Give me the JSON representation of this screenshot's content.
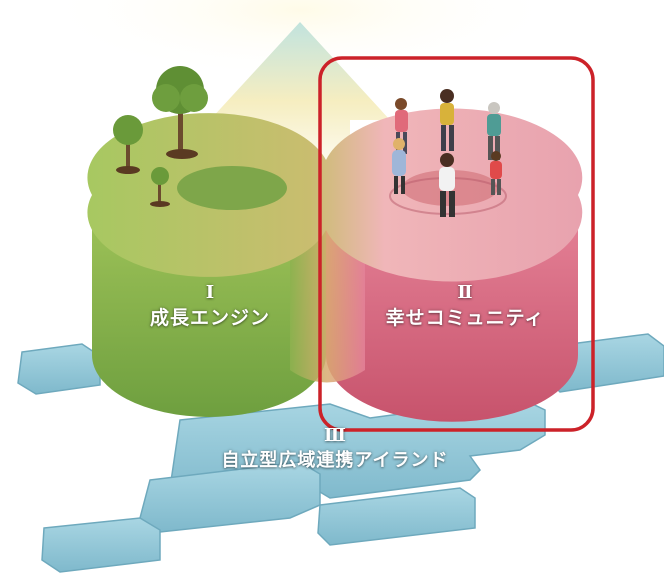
{
  "pillars": [
    {
      "numeral": "Ⅰ",
      "name": "成長エンジン",
      "color": "#86b34e"
    },
    {
      "numeral": "Ⅱ",
      "name": "幸せコミュニティ",
      "color": "#d9607a"
    },
    {
      "numeral": "Ⅲ",
      "name": "自立型広域連携アイランド",
      "color": "#8fc8d8"
    }
  ],
  "highlight": {
    "color": "#cc2229",
    "target": "幸せコミュニティ"
  },
  "icons": [
    "tree-icon",
    "people-circle-icon",
    "upward-arrow-icon"
  ]
}
